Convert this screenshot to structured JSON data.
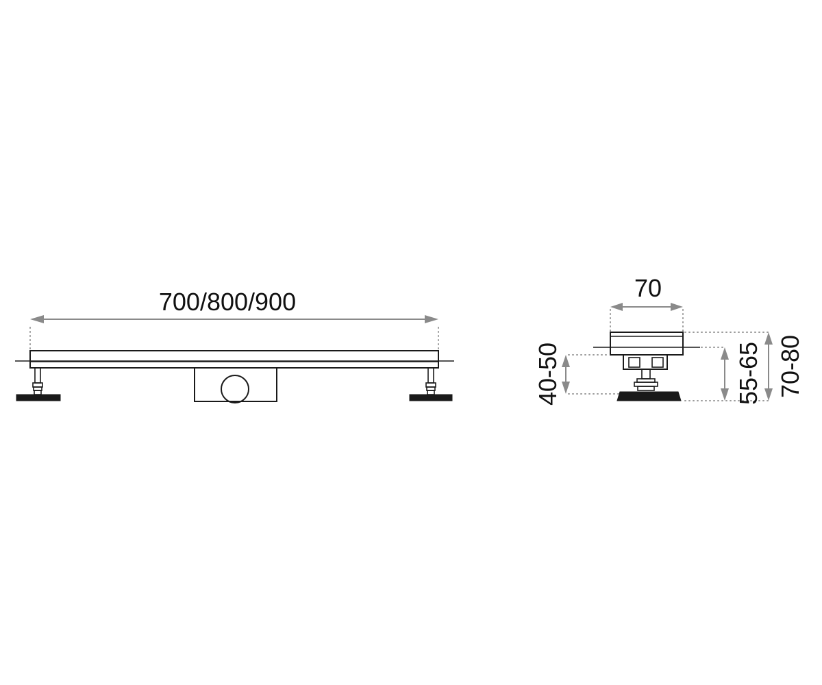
{
  "dimensions": {
    "length": "700/800/900",
    "width": "70",
    "body_height": "40-50",
    "mid_height": "55-65",
    "total_height": "70-80"
  },
  "colors": {
    "line": "#1a1a1a",
    "dimension": "#8a8a8a",
    "background": "#ffffff"
  }
}
